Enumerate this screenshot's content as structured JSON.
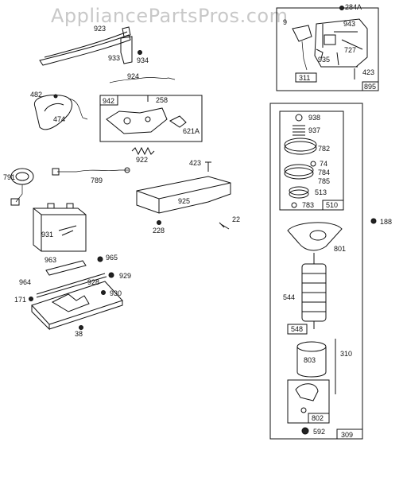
{
  "watermark": "AppliancePartsPros.com",
  "accent_colors": {
    "ink": "#111111",
    "watermark": "#c8c8c8",
    "background": "#ffffff"
  },
  "parts": {
    "p923": "923",
    "p933": "933",
    "p934": "934",
    "p924": "924",
    "p482": "482",
    "p474": "474",
    "p942": "942",
    "p258": "258",
    "p621A": "621A",
    "p922": "922",
    "p791": "791",
    "p789": "789",
    "p423a": "423",
    "p925": "925",
    "p228": "228",
    "p22": "22",
    "p931": "931",
    "p963": "963",
    "p965": "965",
    "p964": "964",
    "p928": "928",
    "p929": "929",
    "p171": "171",
    "p930": "930",
    "p38": "38",
    "p284A": "284A",
    "p943": "943",
    "p727": "727",
    "p935": "935",
    "p311": "311",
    "p423b": "423",
    "p895": "895",
    "p938": "938",
    "p937": "937",
    "p782": "782",
    "p74": "74",
    "p784": "784",
    "p785": "785",
    "p513": "513",
    "p783": "783",
    "p510": "510",
    "p188": "188",
    "p801": "801",
    "p544": "544",
    "p548": "548",
    "p310": "310",
    "p803": "803",
    "p802": "802",
    "p592": "592",
    "p309": "309"
  }
}
